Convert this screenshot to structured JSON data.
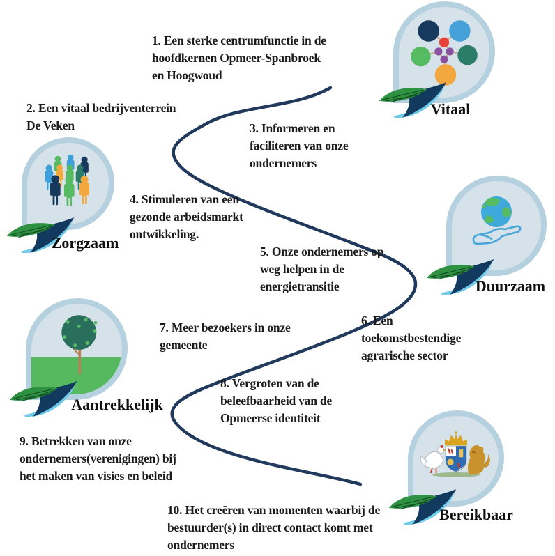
{
  "diagram": {
    "title_hint": "Opmeer ondernemersvisie doelen 1-10",
    "goals": [
      {
        "lines": [
          "1. Een sterke centrumfunctie in de",
          "hoofdkernen Opmeer-Spanbroek",
          "en Hoogwoud"
        ]
      },
      {
        "lines": [
          "2. Een vitaal bedrijventerrein",
          "De Veken"
        ]
      },
      {
        "lines": [
          "3. Informeren en",
          "faciliteren van onze",
          "ondernemers"
        ]
      },
      {
        "lines": [
          "4. Stimuleren van een",
          "gezonde arbeidsmarkt",
          "ontwikkeling."
        ]
      },
      {
        "lines": [
          "5. Onze ondernemers op",
          "weg helpen in de",
          "energietransitie"
        ]
      },
      {
        "lines": [
          "6. Een",
          "toekomstbestendige",
          "agrarische sector"
        ]
      },
      {
        "lines": [
          "7. Meer bezoekers in onze",
          "gemeente"
        ]
      },
      {
        "lines": [
          "8. Vergroten van de",
          "beleefbaarheid van de",
          "Opmeerse identiteit"
        ]
      },
      {
        "lines": [
          "9. Betrekken van onze",
          "ondernemers(verenigingen) bij",
          "het maken van visies en beleid"
        ]
      },
      {
        "lines": [
          "10. Het creëren van momenten waarbij de",
          "bestuurder(s) in direct contact komt met",
          "ondernemers"
        ]
      }
    ],
    "themes": [
      {
        "label": "Vitaal",
        "icon": "network-icon"
      },
      {
        "label": "Zorgzaam",
        "icon": "people-group-icon"
      },
      {
        "label": "Duurzaam",
        "icon": "globe-in-hand-icon"
      },
      {
        "label": "Aantrekkelijk",
        "icon": "tree-landscape-icon"
      },
      {
        "label": "Bereikbaar",
        "icon": "coat-of-arms-icon"
      }
    ],
    "colors": {
      "path_line": "#21395c",
      "text": "#1b1b1b",
      "badge_fill": "#d6e2e9",
      "badge_ring": "#b5d0de",
      "green": "#56bb63",
      "blue": "#3f9fd8",
      "navy": "#17395e",
      "orange": "#f3a73f",
      "teal": "#2b7c68",
      "red": "#e8423b",
      "purple": "#8a4fa0"
    }
  }
}
